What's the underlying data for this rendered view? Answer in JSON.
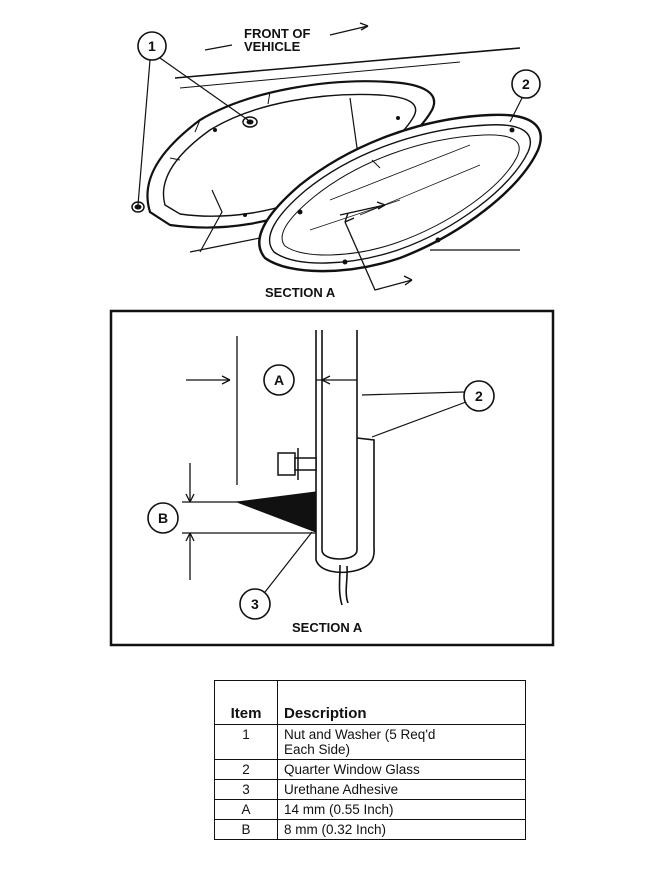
{
  "top_view": {
    "front_label_line1": "FRONT OF",
    "front_label_line2": "VEHICLE",
    "section_label": "SECTION A",
    "callouts": [
      "1",
      "2"
    ]
  },
  "section_view": {
    "title": "SECTION A",
    "dim_a": "A",
    "dim_b": "B",
    "callouts": [
      "2",
      "3"
    ]
  },
  "table": {
    "headers": [
      "Item",
      "Description"
    ],
    "rows": [
      {
        "item": "1",
        "description_line1": "Nut and Washer (5 Req'd",
        "description_line2": "Each Side)"
      },
      {
        "item": "2",
        "description_line1": "Quarter Window Glass",
        "description_line2": ""
      },
      {
        "item": "3",
        "description_line1": "Urethane Adhesive",
        "description_line2": ""
      },
      {
        "item": "A",
        "description_line1": "14 mm (0.55 Inch)",
        "description_line2": ""
      },
      {
        "item": "B",
        "description_line1": "8 mm (0.32 Inch)",
        "description_line2": ""
      }
    ]
  }
}
